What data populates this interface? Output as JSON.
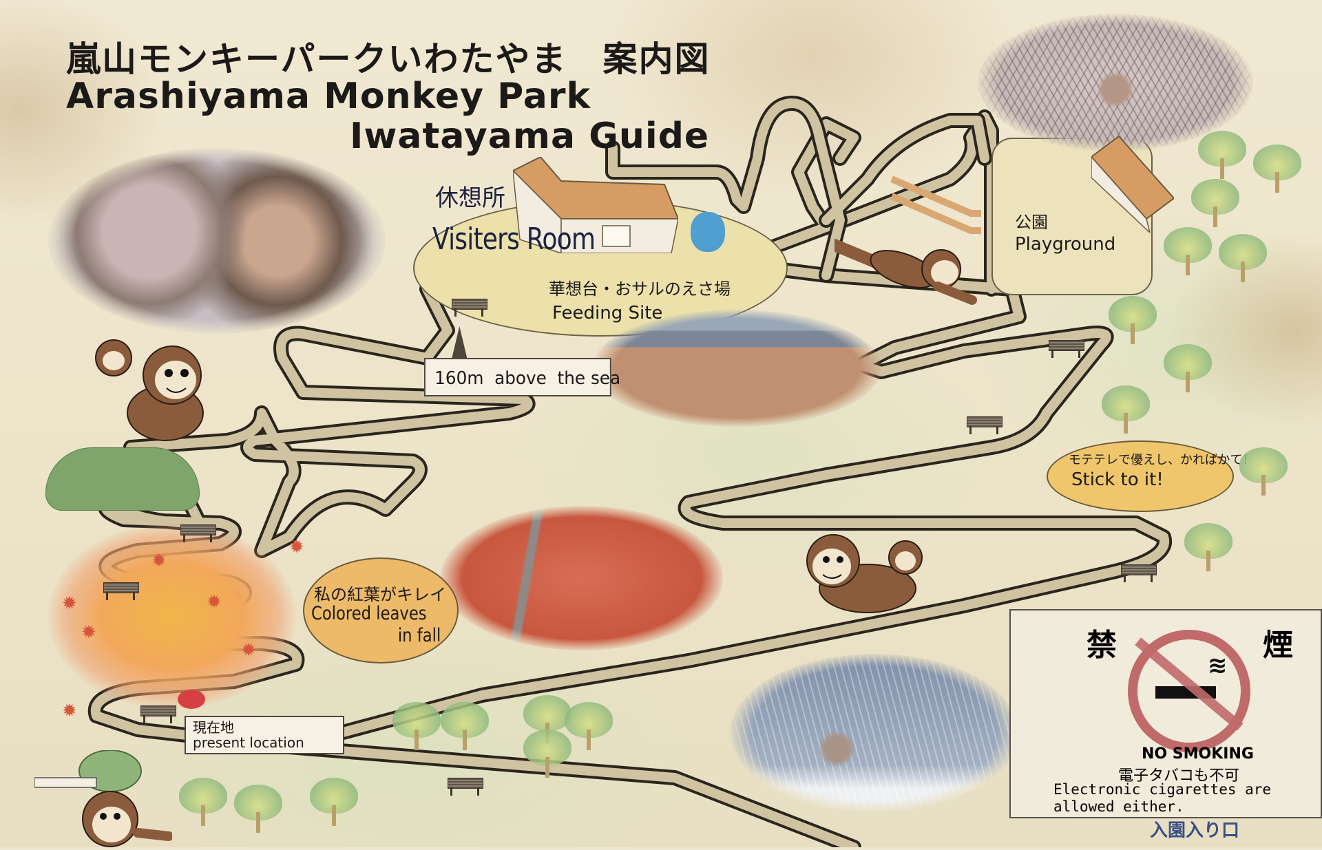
{
  "title": {
    "japanese": "嵐山モンキーパークいわたやま　案内図",
    "english_line1": "Arashiyama Monkey Park",
    "english_line2": "Iwatayama Guide"
  },
  "locations": {
    "visitors_room": {
      "jp": "休想所",
      "en": "Visiters Room"
    },
    "feeding_site": {
      "jp": "華想台・おサルのえさ場",
      "en": "Feeding Site"
    },
    "playground": {
      "jp": "公園",
      "en": "Playground"
    },
    "altitude": {
      "text": "160m  above  the sea"
    },
    "present_location": {
      "jp": "現在地",
      "en": "present location"
    },
    "entrance": {
      "jp": "入園入り口"
    }
  },
  "speech_bubbles": {
    "leaves": {
      "jp": "私の紅葉がキレイ",
      "en_line1": "Colored leaves",
      "en_line2": "in fall"
    },
    "stick": {
      "jp": "モテテレで優えし、かればかて！",
      "en": "Stick to it!"
    }
  },
  "no_smoking": {
    "kanji_left": "禁",
    "kanji_right": "煙",
    "heading": "NO SMOKING",
    "jp_note": "電子タバコも不可",
    "en_note_line1": "Electronic cigarettes are",
    "en_note_line2": "allowed either."
  },
  "icons": {
    "bench": "bench-icon",
    "tree": "tree-icon",
    "maple_leaf": "maple-leaf-icon",
    "monkey": "cartoon-monkey",
    "present_marker": "red-location-dot",
    "no_smoking": "no-smoking-icon"
  },
  "colors": {
    "paper": "#efe6cf",
    "path_fill": "#cfc3a2",
    "path_outline": "#2a251d",
    "visitor_area": "#ece1ab",
    "bubble": "#efc36a",
    "no_smoking_red": "#c06a6a",
    "present_marker": "#d64045",
    "entrance_text": "#3a4f82"
  }
}
